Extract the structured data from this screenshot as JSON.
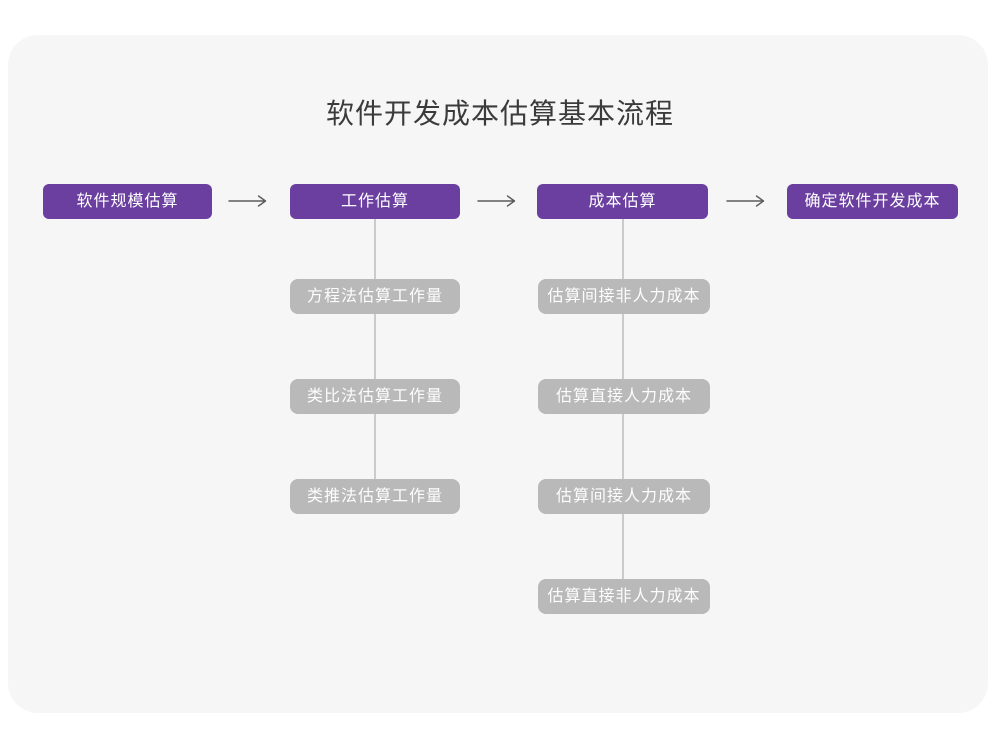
{
  "title": "软件开发成本估算基本流程",
  "colors": {
    "card_bg": "#f6f6f6",
    "phase_bg": "#6b3fa0",
    "sub_bg": "#b9b9b9",
    "connector": "#cbcbcb",
    "arrow": "#5b5b5b",
    "title_color": "#3b3b3b"
  },
  "phases": [
    {
      "label": "软件规模估算"
    },
    {
      "label": "工作估算",
      "subitems": [
        "方程法估算工作量",
        "类比法估算工作量",
        "类推法估算工作量"
      ]
    },
    {
      "label": "成本估算",
      "subitems": [
        "估算间接非人力成本",
        "估算直接人力成本",
        "估算间接人力成本",
        "估算直接非人力成本"
      ]
    },
    {
      "label": "确定软件开发成本"
    }
  ]
}
